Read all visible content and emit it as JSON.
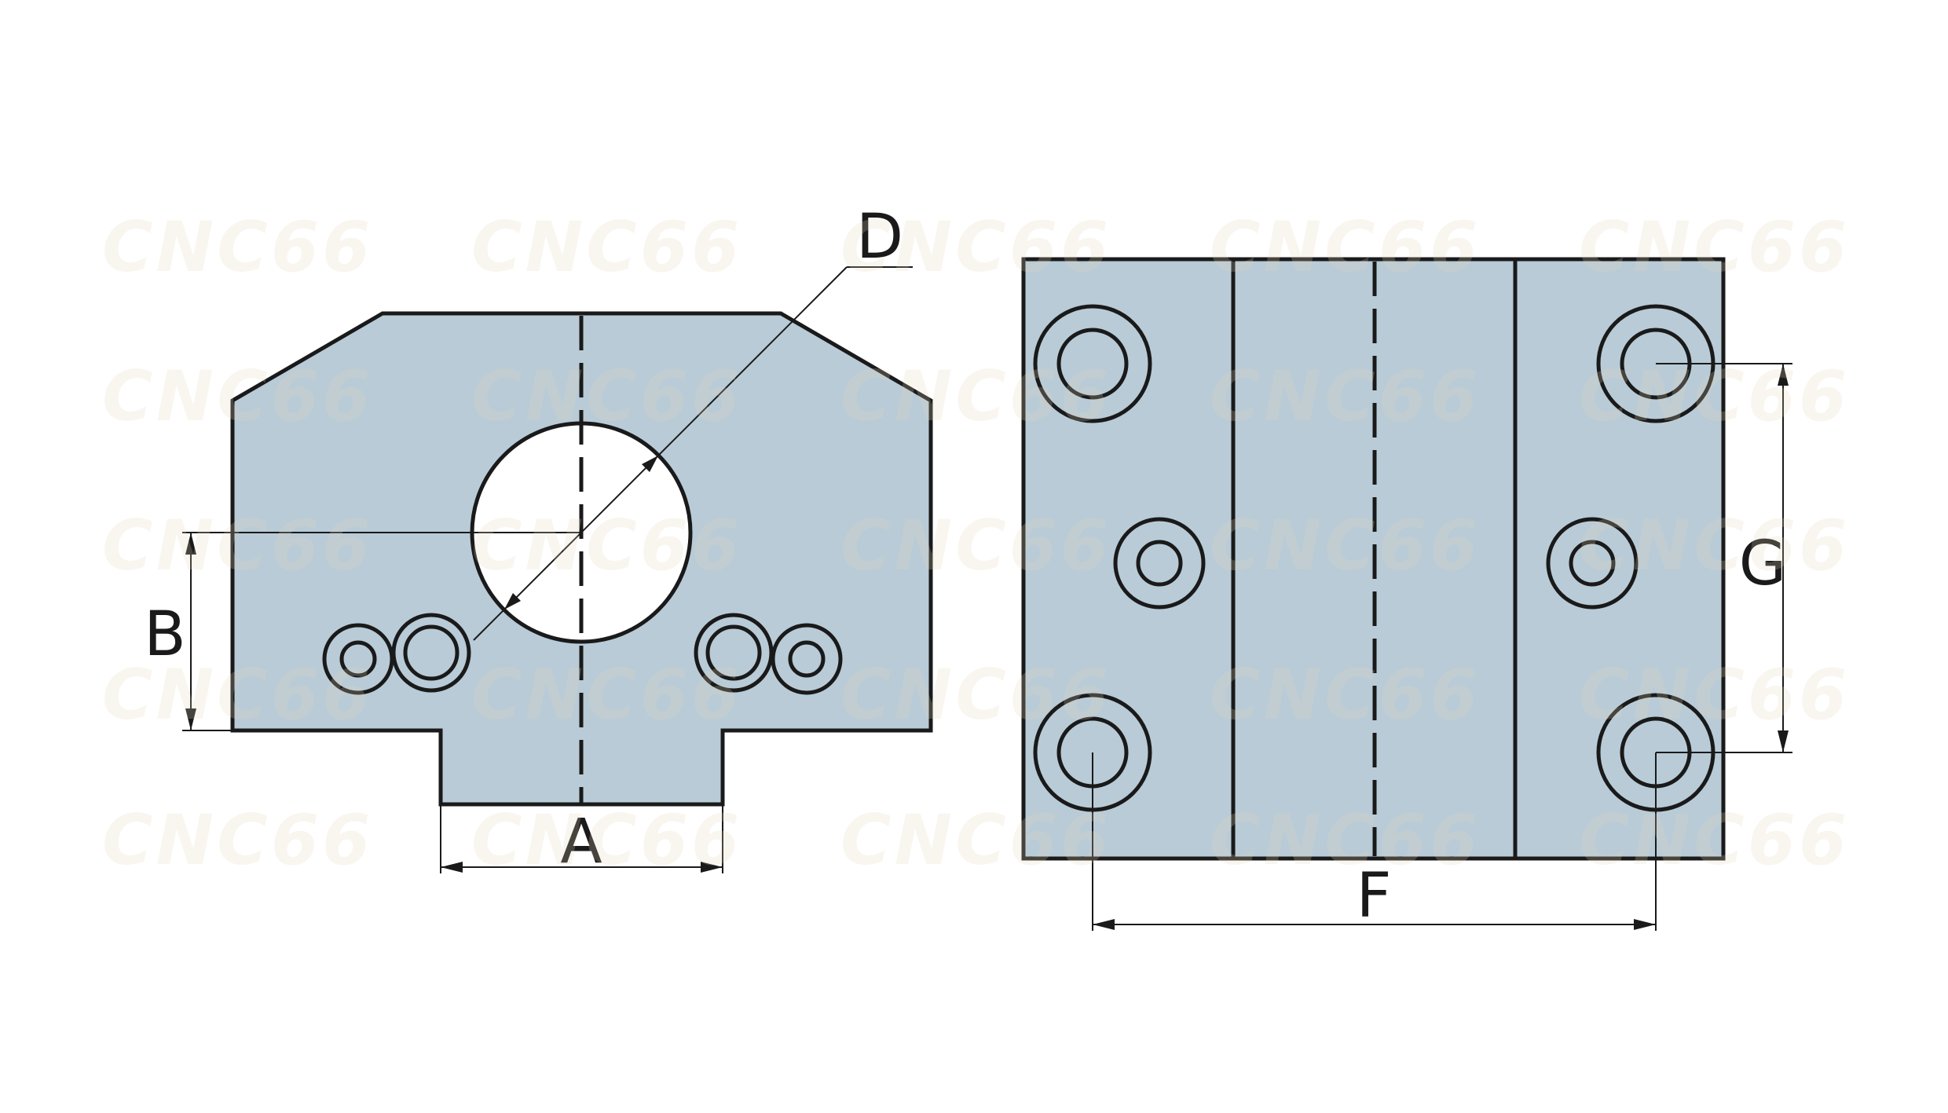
{
  "colors": {
    "part_fill": "#b8cbd7",
    "bore_fill": "#ffffff",
    "line": "#1a1a1a"
  },
  "watermark": {
    "text": "CNC66"
  },
  "front_view": {
    "dimensions": {
      "a_label": "A",
      "b_label": "B",
      "d_label": "D"
    }
  },
  "side_view": {
    "dimensions": {
      "f_label": "F",
      "g_label": "G"
    }
  }
}
